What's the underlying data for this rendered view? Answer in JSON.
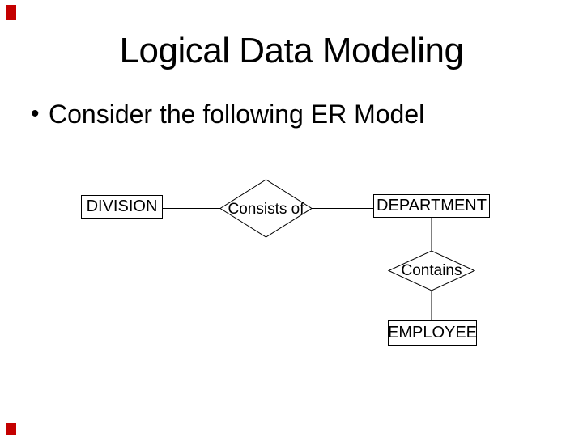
{
  "slide": {
    "title": "Logical Data Modeling",
    "bullet": {
      "marker": "•",
      "text": "Consider the following ER Model"
    }
  },
  "diagram": {
    "type": "er-model",
    "division": {
      "label": "DIVISION",
      "shape": "entity-rectangle"
    },
    "consists_of": {
      "label": "Consists of",
      "shape": "relationship-diamond"
    },
    "department": {
      "label": "DEPARTMENT",
      "shape": "entity-rectangle"
    },
    "contains": {
      "label": "Contains",
      "shape": "relationship-diamond"
    },
    "employee": {
      "label": "EMPLOYEE",
      "shape": "entity-rectangle"
    },
    "connections": [
      "DIVISION - Consists of",
      "Consists of - DEPARTMENT",
      "DEPARTMENT - Contains",
      "Contains - EMPLOYEE"
    ]
  },
  "colors": {
    "background": "#ffffff",
    "text": "#000000",
    "line": "#000000",
    "shape_fill": "#ffffff",
    "corner_mark": "#c40000"
  }
}
